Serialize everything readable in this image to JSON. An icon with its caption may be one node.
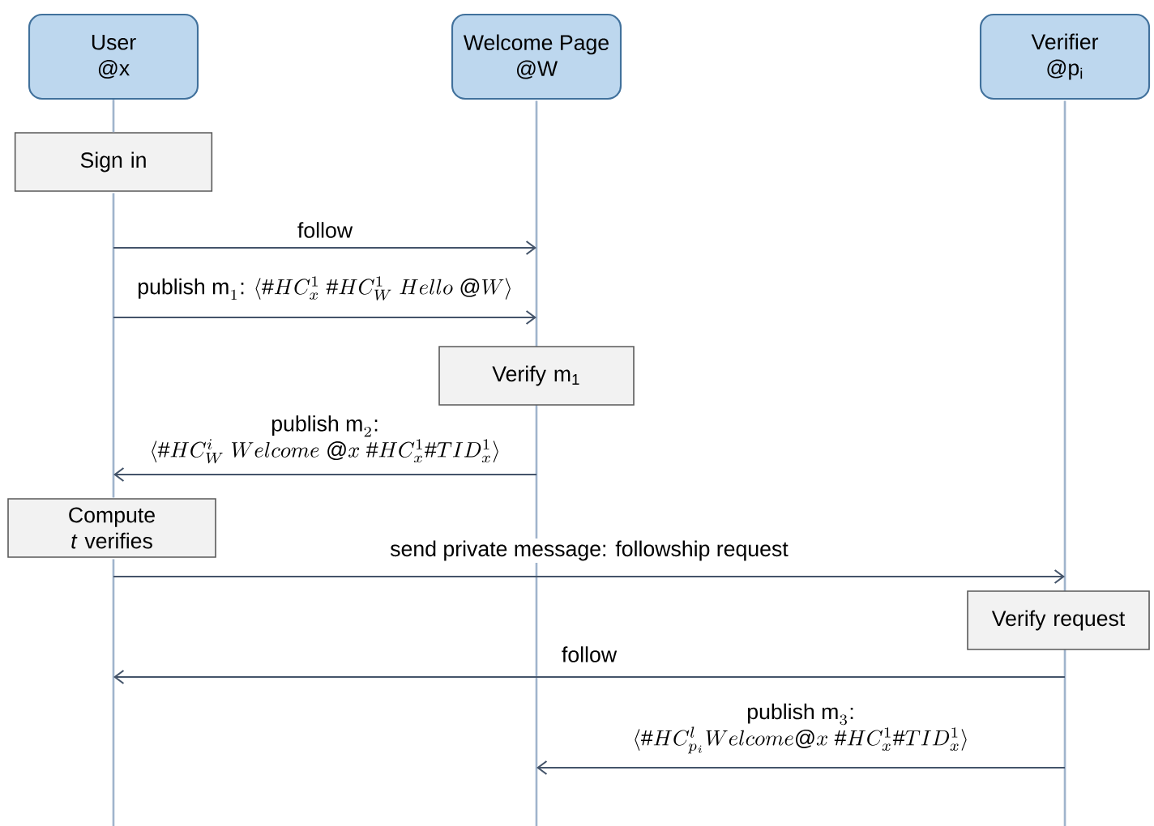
{
  "diagram": {
    "nodes": [
      {
        "text": [
          "User",
          "@x"
        ]
      },
      {
        "text": [
          "Welcome Page",
          "@W"
        ]
      },
      {
        "text": [
          "Verifier",
          "@p$_{i}$"
        ]
      },
      {
        "text": [
          "Sign in"
        ]
      },
      {
        "text": [
          "Verify m$_{1}$"
        ]
      },
      {
        "text": [
          "Compute *t* verifies"
        ]
      },
      {
        "text": [
          "Verify request"
        ]
      },
      {
        "text": [],
        "shape": "bar"
      },
      {
        "text": [],
        "shape": "bar"
      },
      {
        "text": [],
        "shape": "bar"
      },
      {
        "text": [],
        "shape": "bar"
      },
      {
        "text": [],
        "shape": "bar"
      },
      {
        "text": [],
        "shape": "bar"
      }
    ],
    "edges": [
      {
        "from": 7,
        "to": 9,
        "arrow": "to",
        "label": "follow"
      },
      {
        "from": 7,
        "to": 9,
        "arrow": "to",
        "label": "\\text{publish m}_1\\text{: }\\langle \\#HC_x^1\\ \\#HC_W^1\\ Hello\\ @W\\rangle"
      },
      {
        "from": 10,
        "to": 7,
        "arrow": "to",
        "label": "\\begin{array}{c}\\text{publish m}_2\\text{:}\\\\ \\langle \\#HC_W^i\\ Welcome\\ @x\\ \\#HC_x^1\\#TID_x^1\\rangle\\end{array}"
      },
      {
        "from": 8,
        "to": 11,
        "arrow": "to",
        "label": "send private message: followship request"
      },
      {
        "from": 12,
        "to": 8,
        "arrow": "to",
        "label": "follow"
      },
      {
        "from": 0,
        "to": 3,
        "arrow": "none",
        "color": "#a0b4cc"
      },
      {
        "from": 12,
        "to": 10,
        "arrow": "to",
        "label": "\\begin{array}{c}\\text{publish m}_3\\text{:}\\\\ \\langle \\#HC_{p_i}^l Welcome@x\\ \\#HC_x^1\\#TID_x^1\\rangle\\end{array}"
      }
    ]
  }
}
